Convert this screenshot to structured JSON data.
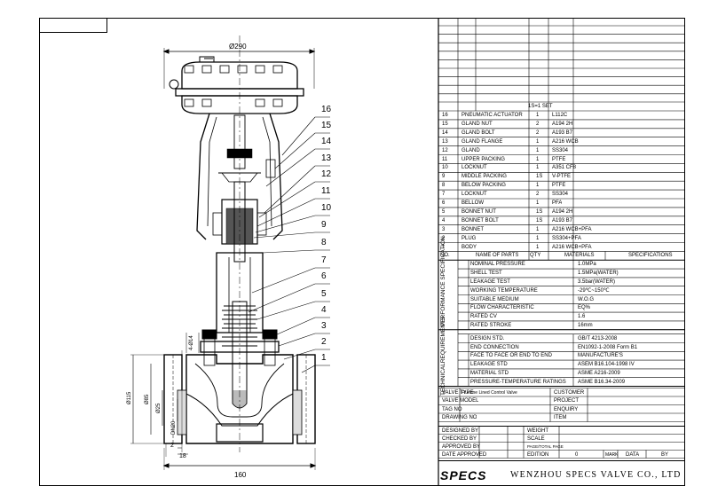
{
  "drawing": {
    "dimensions": {
      "top_dia": "Ø290",
      "flange_holes": "4-Ø14",
      "dia_115": "Ø115",
      "dia_85": "Ø85",
      "dia_25": "Ø25",
      "dn": "DN20",
      "dim_2": "2",
      "dim_18": "18",
      "length": "160"
    },
    "balloons": [
      "16",
      "15",
      "14",
      "13",
      "12",
      "11",
      "10",
      "9",
      "8",
      "7",
      "6",
      "5",
      "4",
      "3",
      "2",
      "1"
    ]
  },
  "parts": {
    "set_label": "1S=1 SET",
    "headers": {
      "no": "NO.",
      "name": "NAME OF PARTS",
      "qty": "QTY",
      "materials": "MATERIALS",
      "specs": "SPECIFICATIONS"
    },
    "rows": [
      {
        "no": "16",
        "name": "PNEUMATIC ACTUATOR",
        "qty": "1",
        "mat": "L112C"
      },
      {
        "no": "15",
        "name": "GLAND NUT",
        "qty": "2",
        "mat": "A194 2H"
      },
      {
        "no": "14",
        "name": "GLAND BOLT",
        "qty": "2",
        "mat": "A193 B7"
      },
      {
        "no": "13",
        "name": "GLAND FLANGE",
        "qty": "1",
        "mat": "A216 WCB"
      },
      {
        "no": "12",
        "name": "GLAND",
        "qty": "1",
        "mat": "SS304"
      },
      {
        "no": "11",
        "name": "UPPER PACKING",
        "qty": "1",
        "mat": "PTFE"
      },
      {
        "no": "10",
        "name": "LOCKNUT",
        "qty": "1",
        "mat": "A351 CF8"
      },
      {
        "no": "9",
        "name": "MIDDLE PACKING",
        "qty": "1S",
        "mat": "V-PTFE"
      },
      {
        "no": "8",
        "name": "BELOW PACKING",
        "qty": "1",
        "mat": "PTFE"
      },
      {
        "no": "7",
        "name": "LOCKNUT",
        "qty": "2",
        "mat": "SS304"
      },
      {
        "no": "6",
        "name": "BELLOW",
        "qty": "1",
        "mat": "PFA"
      },
      {
        "no": "5",
        "name": "BONNET NUT",
        "qty": "1S",
        "mat": "A194 2H"
      },
      {
        "no": "4",
        "name": "BONNET BOLT",
        "qty": "1S",
        "mat": "A193 B7"
      },
      {
        "no": "3",
        "name": "BONNET",
        "qty": "1",
        "mat": "A216 WCB+PFA"
      },
      {
        "no": "2",
        "name": "PLUG",
        "qty": "1",
        "mat": "SS304+PFA"
      },
      {
        "no": "1",
        "name": "BODY",
        "qty": "1",
        "mat": "A216 WCB+PFA"
      }
    ]
  },
  "performance": {
    "label": "PERFORMANCE SPECIFICATION",
    "rows": [
      {
        "k": "NOMINAL PRESSURE",
        "v": "1.0MPa"
      },
      {
        "k": "SHELL TEST",
        "v": "1.5MPa(WATER)"
      },
      {
        "k": "LEAKAGE TEST",
        "v": "3.5bar(WATER)"
      },
      {
        "k": "WORKING TEMPERATURE",
        "v": "-29℃~150℃"
      },
      {
        "k": "SUITABLE MEDIUM",
        "v": "W.O.G"
      },
      {
        "k": "FLOW CHARACTERISTIC",
        "v": "EQ%"
      },
      {
        "k": "RATED CV",
        "v": "1.6"
      },
      {
        "k": "RATED STROKE",
        "v": "16mm"
      }
    ]
  },
  "technical": {
    "label": "TECHNICALREQUIREMENTS",
    "rows": [
      {
        "k": "DESIGN STD.",
        "v": "GB/T 4213-2008"
      },
      {
        "k": "END CONNECTION",
        "v": "EN1092-1-2008 Form B1"
      },
      {
        "k": "FACE TO FACE OR END TO END",
        "v": "MANUFACTURE'S"
      },
      {
        "k": "LEAKAGE STD",
        "v": "ASEM B16.104-1998 IV"
      },
      {
        "k": "MATERIAL STD",
        "v": "ASME A216-2009"
      },
      {
        "k": "PRESSURE-TEMPERATURE RATINGS",
        "v": "ASME B16.34-2009"
      }
    ]
  },
  "info": {
    "valve_type_label": "VALVE TYPE",
    "valve_type": "Fluorine Lined Control Valve",
    "customer": "CUSTOMER",
    "valve_model": "VALVE MODEL",
    "project": "PROJECT",
    "tag_no": "TAG NO",
    "enquiry": "ENQUIRY",
    "drawing_no": "DRAWING NO",
    "item": "ITEM"
  },
  "approval": {
    "designed_by": "DESIGNED BY",
    "weight": "WEIGHT",
    "checked_by": "CHECKED BY",
    "scale": "SCALE",
    "approved_by": "APPROVED BY",
    "page": "PAGE/TOTAL PAGE",
    "date_approved": "DATE APPROVED",
    "edition": "EDITION",
    "zero": "0",
    "mark": "MARK",
    "date": "DATA",
    "by": "BY"
  },
  "brand": {
    "logo": "SPECS",
    "company": "WENZHOU SPECS VALVE CO., LTD"
  }
}
